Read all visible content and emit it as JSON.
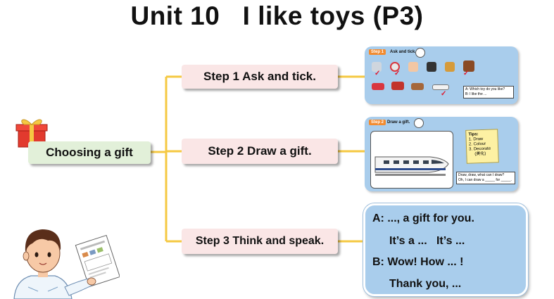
{
  "title": "Unit 10   I like toys (P3)",
  "root": {
    "label": "Choosing a gift"
  },
  "steps": [
    {
      "label": "Step 1 Ask and tick."
    },
    {
      "label": "Step 2 Draw a gift."
    },
    {
      "label": "Step 3 Think and speak."
    }
  ],
  "panel1": {
    "badge": "Step 1",
    "heading": "Ask and tick.",
    "question": "A: Which toy do you like?",
    "answer": "B: I like the ..."
  },
  "panel2": {
    "badge": "Step 2",
    "heading": "Draw a gift.",
    "tips_title": "Tips:",
    "tips": [
      "1. Draw",
      "2. Colour",
      "3. Decorate",
      "(美化)"
    ],
    "chant_1": "Draw, draw, what can I draw?",
    "chant_2": "Oh, I can draw a _____ for _____."
  },
  "speech": {
    "line1": "A: ..., a gift for you.",
    "line2": "It’s a ...   It’s ...",
    "line3": "B: Wow! How ... !",
    "line4": "Thank you, ..."
  },
  "colors": {
    "connector": "#f5c842",
    "step_fill": "#fae6e6",
    "root_fill": "#e2f0d9",
    "panel_fill": "#a9cdec",
    "tick": "#e0182d"
  }
}
